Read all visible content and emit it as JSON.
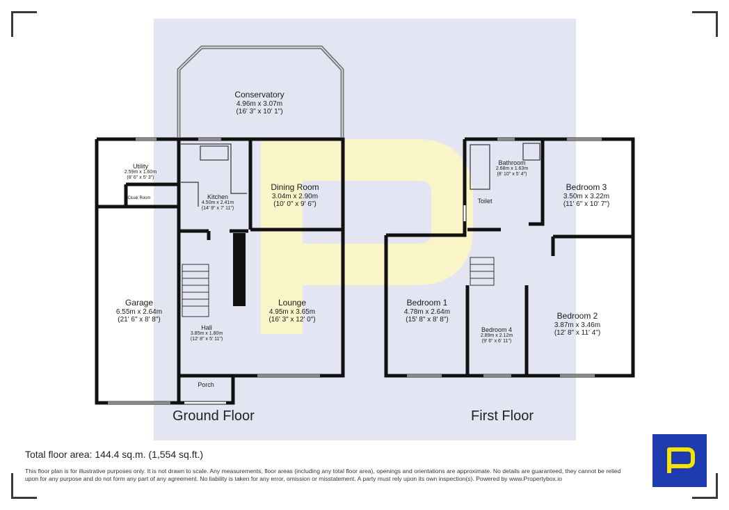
{
  "floors": {
    "ground_label": "Ground Floor",
    "first_label": "First Floor"
  },
  "rooms": {
    "conservatory": {
      "name": "Conservatory",
      "metric": "4.96m x 3.07m",
      "imperial": "(16' 3\" x 10' 1\")"
    },
    "utility": {
      "name": "Utility",
      "metric": "2.59m x 1.60m",
      "imperial": "(8' 6\" x 5' 3\")"
    },
    "cloak_room": {
      "name": "Cloak Room"
    },
    "kitchen": {
      "name": "Kitchen",
      "metric": "4.50m x 2.41m",
      "imperial": "(14' 9\" x 7' 11\")"
    },
    "dining_room": {
      "name": "Dining Room",
      "metric": "3.04m x 2.90m",
      "imperial": "(10' 0\" x 9' 6\")"
    },
    "garage": {
      "name": "Garage",
      "metric": "6.55m x 2.64m",
      "imperial": "(21' 6\" x 8' 8\")"
    },
    "lounge": {
      "name": "Lounge",
      "metric": "4.95m x 3.65m",
      "imperial": "(16' 3\" x 12' 0\")"
    },
    "hall": {
      "name": "Hall",
      "metric": "3.85m x 1.80m",
      "imperial": "(12' 8\" x 5' 11\")"
    },
    "porch": {
      "name": "Porch"
    },
    "bathroom": {
      "name": "Bathroom",
      "metric": "2.68m x 1.63m",
      "imperial": "(8' 10\" x 5' 4\")"
    },
    "toilet": {
      "name": "Toilet"
    },
    "bedroom3": {
      "name": "Bedroom 3",
      "metric": "3.50m x 3.22m",
      "imperial": "(11' 6\" x 10' 7\")"
    },
    "bedroom1": {
      "name": "Bedroom 1",
      "metric": "4.78m x 2.64m",
      "imperial": "(15' 8\" x 8' 8\")"
    },
    "bedroom4": {
      "name": "Bedroom 4",
      "metric": "2.89m x 2.12m",
      "imperial": "(9' 6\" x 6' 11\")"
    },
    "bedroom2": {
      "name": "Bedroom 2",
      "metric": "3.87m x 3.46m",
      "imperial": "(12' 8\" x 11' 4\")"
    }
  },
  "total_area": "Total floor area: 144.4 sq.m. (1,554 sq.ft.)",
  "disclaimer": "This floor plan is for illustrative purposes only. It is not drawn to scale. Any measurements, floor areas (including any total floor area), openings and orientations are approximate. No details are guaranteed, they cannot be relied upon for any purpose and do not form any part of any agreement. No liability is taken for any error, omission or misstatement. A party must rely upon its own inspection(s). Powered by www.Propertybox.io",
  "colors": {
    "background_panel": "#e3e6f2",
    "walls": "#111111",
    "watermark": "#fbf6c4",
    "logo": "#1e3bb0",
    "logo_mark": "#f5e400"
  },
  "icons": {
    "logo": "propertybox-p-icon",
    "watermark": "propertybox-p-watermark"
  }
}
